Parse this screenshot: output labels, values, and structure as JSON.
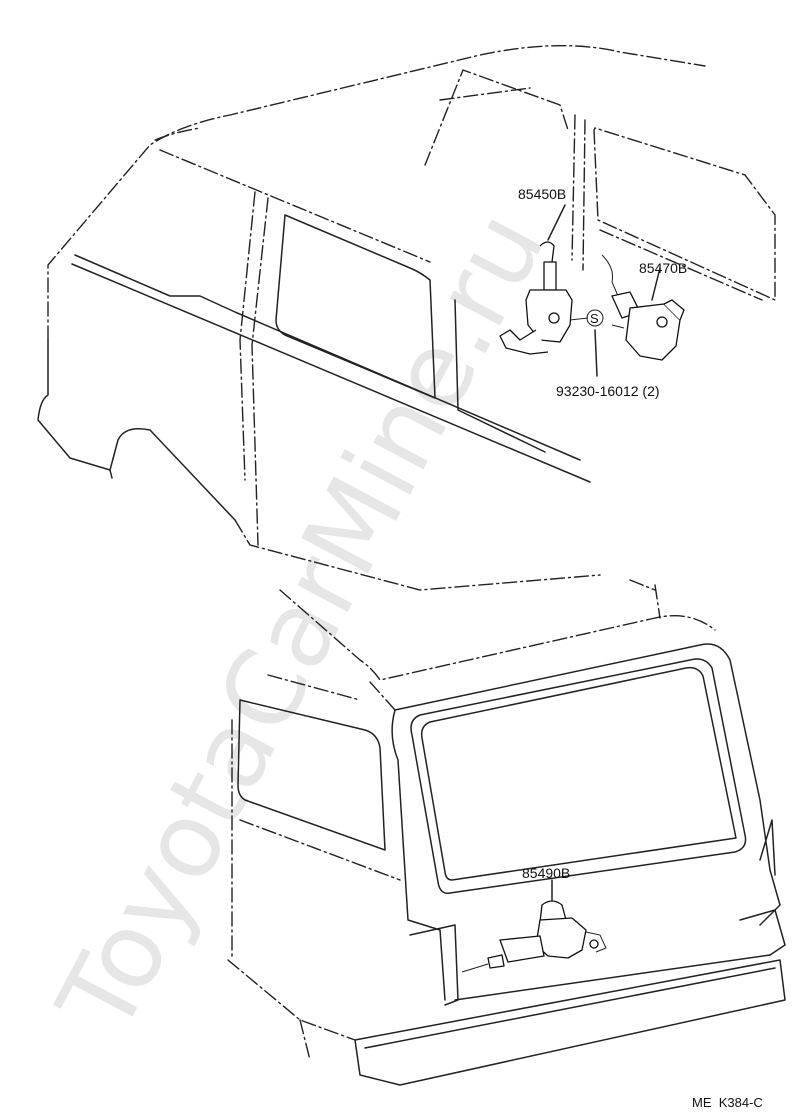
{
  "watermark": "ToyotaCarMine.ru",
  "parts": {
    "door_lock_motor_front": "85450B",
    "door_lock_motor_slide": "85470B",
    "screw": "93230-16012 (2)",
    "screw_symbol": "S",
    "back_door_lock_motor": "85490B"
  },
  "figure_ref": "ME  K384-C"
}
